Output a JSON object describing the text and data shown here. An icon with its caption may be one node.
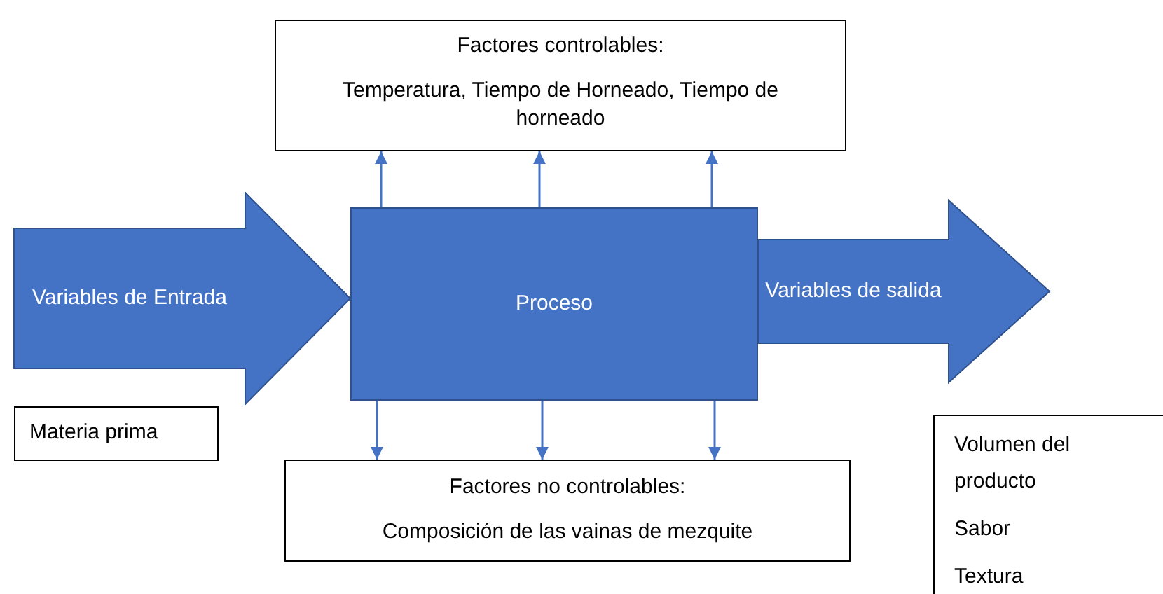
{
  "diagram": {
    "nodes": [
      {
        "text": [
          "Factores controlables:",
          "Temperatura, Tiempo de Horneado, Tiempo de horneado"
        ]
      },
      {
        "text": [
          "Proceso"
        ]
      },
      {
        "text": [
          "Materia prima"
        ]
      },
      {
        "text": [
          "Factores no controlables:",
          "Composición de las vainas de mezquite"
        ]
      },
      {
        "text": [
          "Volumen del producto",
          "Sabor",
          "Textura"
        ]
      }
    ],
    "edges": [
      {
        "from": 1,
        "to": 0,
        "arrow": "to"
      },
      {
        "from": 1,
        "to": 0,
        "arrow": "to"
      },
      {
        "from": 1,
        "to": 0,
        "arrow": "to"
      },
      {
        "from": 1,
        "to": 3,
        "arrow": "to"
      },
      {
        "from": 1,
        "to": 3,
        "arrow": "to"
      },
      {
        "from": 1,
        "to": 3,
        "arrow": "to"
      },
      {
        "from": null,
        "to": 1,
        "arrow": "to",
        "label": "Variables de Entrada"
      },
      {
        "from": 1,
        "to": null,
        "arrow": "to",
        "label": "Variables de salida"
      }
    ]
  }
}
